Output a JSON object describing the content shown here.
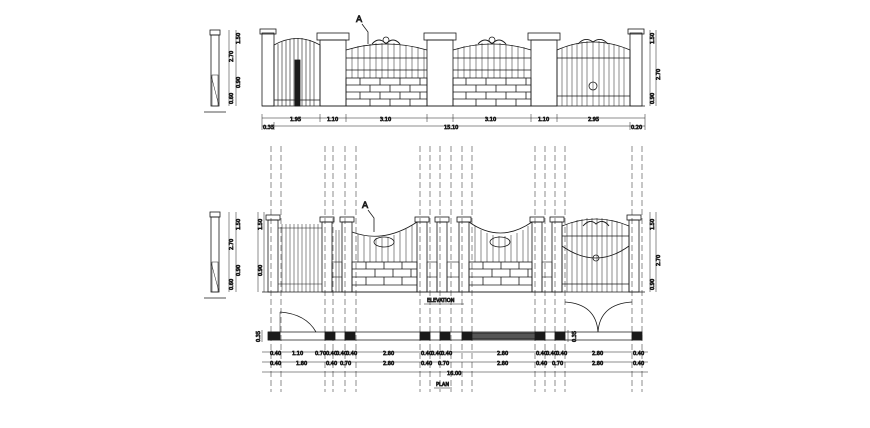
{
  "colors": {
    "ink": "#1a1a1a",
    "paper": "#ffffff"
  },
  "elevation_top": {
    "section_marker": "A",
    "dims_row1": [
      "1.95",
      "1.10",
      "3.10",
      "3.10",
      "1.10",
      "2.95"
    ],
    "dims_row2_left": "0.35",
    "dims_row2_total": "15.10",
    "dims_row2_right": "0.20",
    "side_dims": [
      "2.70",
      "1.50",
      "0.90",
      "0.60"
    ]
  },
  "elevation_bottom": {
    "section_marker": "A",
    "side_dims": [
      "2.70",
      "1.50",
      "0.90",
      "0.60"
    ],
    "caption": "ELEVATION"
  },
  "plan": {
    "dims_row1": [
      "0.40",
      "1.10",
      "0.70",
      "0.40",
      "0.40",
      "0.40",
      "2.80",
      "0.40",
      "0.40",
      "0.40",
      "2.80",
      "0.40",
      "0.40",
      "0.40",
      "2.80",
      "0.40"
    ],
    "dims_row2": [
      "0.40",
      "1.80",
      "0.40",
      "0.70",
      "2.80",
      "0.40",
      "0.70",
      "2.80",
      "0.40",
      "0.70",
      "2.80",
      "0.40"
    ],
    "total": "16.00",
    "side_dim": "0.35",
    "caption": "PLAN"
  }
}
